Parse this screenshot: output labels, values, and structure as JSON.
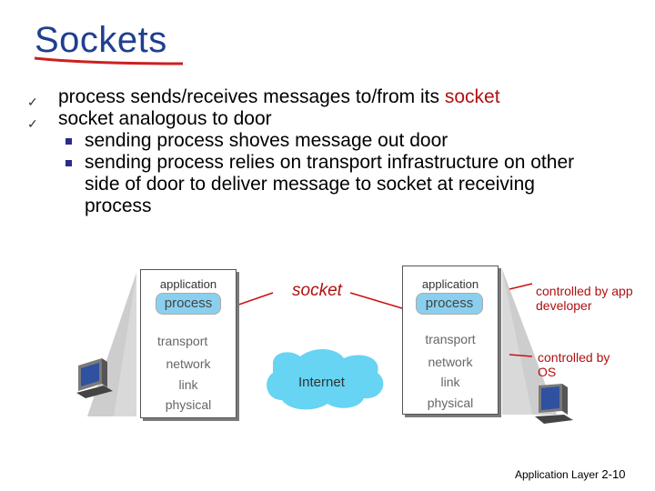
{
  "title": "Sockets",
  "bullets": [
    {
      "text_before": "process sends/receives messages to/from its ",
      "text_red": "socket"
    },
    {
      "text": "socket analogous to door"
    }
  ],
  "subbullets": [
    "sending process shoves message out door",
    "sending process relies on transport infrastructure on other side of door to deliver message to socket at receiving process"
  ],
  "diagram": {
    "left_stack": {
      "application": "application",
      "process": "process",
      "transport": "transport",
      "network": "network",
      "link": "link",
      "physical": "physical"
    },
    "right_stack": {
      "application": "application",
      "process": "process",
      "transport": "transport",
      "network": "network",
      "link": "link",
      "physical": "physical"
    },
    "socket_label": "socket",
    "internet_label": "Internet",
    "controlled_app": "controlled by app developer",
    "controlled_os": "controlled by OS"
  },
  "footer": {
    "text": "Application Layer",
    "page": "2-10"
  },
  "colors": {
    "title": "#1f3f8f",
    "accent_red": "#b01010",
    "process_fill": "#8ad0ee",
    "cloud_fill": "#66d4f2"
  }
}
